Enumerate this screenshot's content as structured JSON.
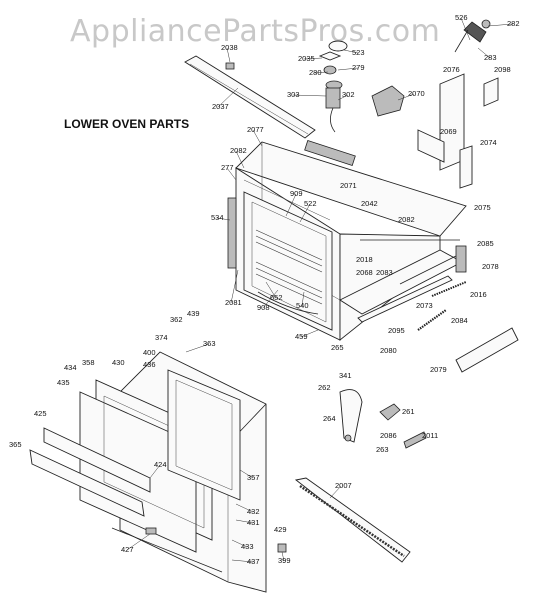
{
  "watermark": "AppliancePartsPros.com",
  "title": "LOWER OVEN PARTS",
  "labels": [
    {
      "id": "526",
      "text": "526"
    },
    {
      "id": "282",
      "text": "282"
    },
    {
      "id": "283",
      "text": "283"
    },
    {
      "id": "2098",
      "text": "2098"
    },
    {
      "id": "2076",
      "text": "2076"
    },
    {
      "id": "2038",
      "text": "2038"
    },
    {
      "id": "523",
      "text": "523"
    },
    {
      "id": "2035",
      "text": "2035"
    },
    {
      "id": "279",
      "text": "279"
    },
    {
      "id": "280",
      "text": "280"
    },
    {
      "id": "303",
      "text": "303"
    },
    {
      "id": "302",
      "text": "302"
    },
    {
      "id": "2070",
      "text": "2070"
    },
    {
      "id": "2037",
      "text": "2037"
    },
    {
      "id": "2069",
      "text": "2069"
    },
    {
      "id": "2077",
      "text": "2077"
    },
    {
      "id": "2074",
      "text": "2074"
    },
    {
      "id": "2082a",
      "text": "2082"
    },
    {
      "id": "277",
      "text": "277"
    },
    {
      "id": "2071",
      "text": "2071"
    },
    {
      "id": "909",
      "text": "909"
    },
    {
      "id": "522",
      "text": "522"
    },
    {
      "id": "2042",
      "text": "2042"
    },
    {
      "id": "2075",
      "text": "2075"
    },
    {
      "id": "534",
      "text": "534"
    },
    {
      "id": "2082b",
      "text": "2082"
    },
    {
      "id": "2018",
      "text": "2018"
    },
    {
      "id": "2085",
      "text": "2085"
    },
    {
      "id": "2078",
      "text": "2078"
    },
    {
      "id": "2068",
      "text": "2068"
    },
    {
      "id": "2083",
      "text": "2083"
    },
    {
      "id": "2081",
      "text": "2081"
    },
    {
      "id": "652",
      "text": "652"
    },
    {
      "id": "908",
      "text": "908"
    },
    {
      "id": "540",
      "text": "540"
    },
    {
      "id": "2016",
      "text": "2016"
    },
    {
      "id": "2073",
      "text": "2073"
    },
    {
      "id": "2095",
      "text": "2095"
    },
    {
      "id": "2084",
      "text": "2084"
    },
    {
      "id": "439",
      "text": "439"
    },
    {
      "id": "362",
      "text": "362"
    },
    {
      "id": "374",
      "text": "374"
    },
    {
      "id": "363",
      "text": "363"
    },
    {
      "id": "459",
      "text": "459"
    },
    {
      "id": "265",
      "text": "265"
    },
    {
      "id": "2080",
      "text": "2080"
    },
    {
      "id": "400",
      "text": "400"
    },
    {
      "id": "436",
      "text": "436"
    },
    {
      "id": "434",
      "text": "434"
    },
    {
      "id": "358",
      "text": "358"
    },
    {
      "id": "430",
      "text": "430"
    },
    {
      "id": "2079",
      "text": "2079"
    },
    {
      "id": "341",
      "text": "341"
    },
    {
      "id": "435",
      "text": "435"
    },
    {
      "id": "262",
      "text": "262"
    },
    {
      "id": "261",
      "text": "261"
    },
    {
      "id": "425",
      "text": "425"
    },
    {
      "id": "264",
      "text": "264"
    },
    {
      "id": "2086",
      "text": "2086"
    },
    {
      "id": "2011",
      "text": "2011"
    },
    {
      "id": "365",
      "text": "365"
    },
    {
      "id": "263",
      "text": "263"
    },
    {
      "id": "424",
      "text": "424"
    },
    {
      "id": "357",
      "text": "357"
    },
    {
      "id": "2007",
      "text": "2007"
    },
    {
      "id": "432",
      "text": "432"
    },
    {
      "id": "431",
      "text": "431"
    },
    {
      "id": "429",
      "text": "429"
    },
    {
      "id": "427",
      "text": "427"
    },
    {
      "id": "433",
      "text": "433"
    },
    {
      "id": "399",
      "text": "399"
    },
    {
      "id": "437",
      "text": "437"
    }
  ]
}
